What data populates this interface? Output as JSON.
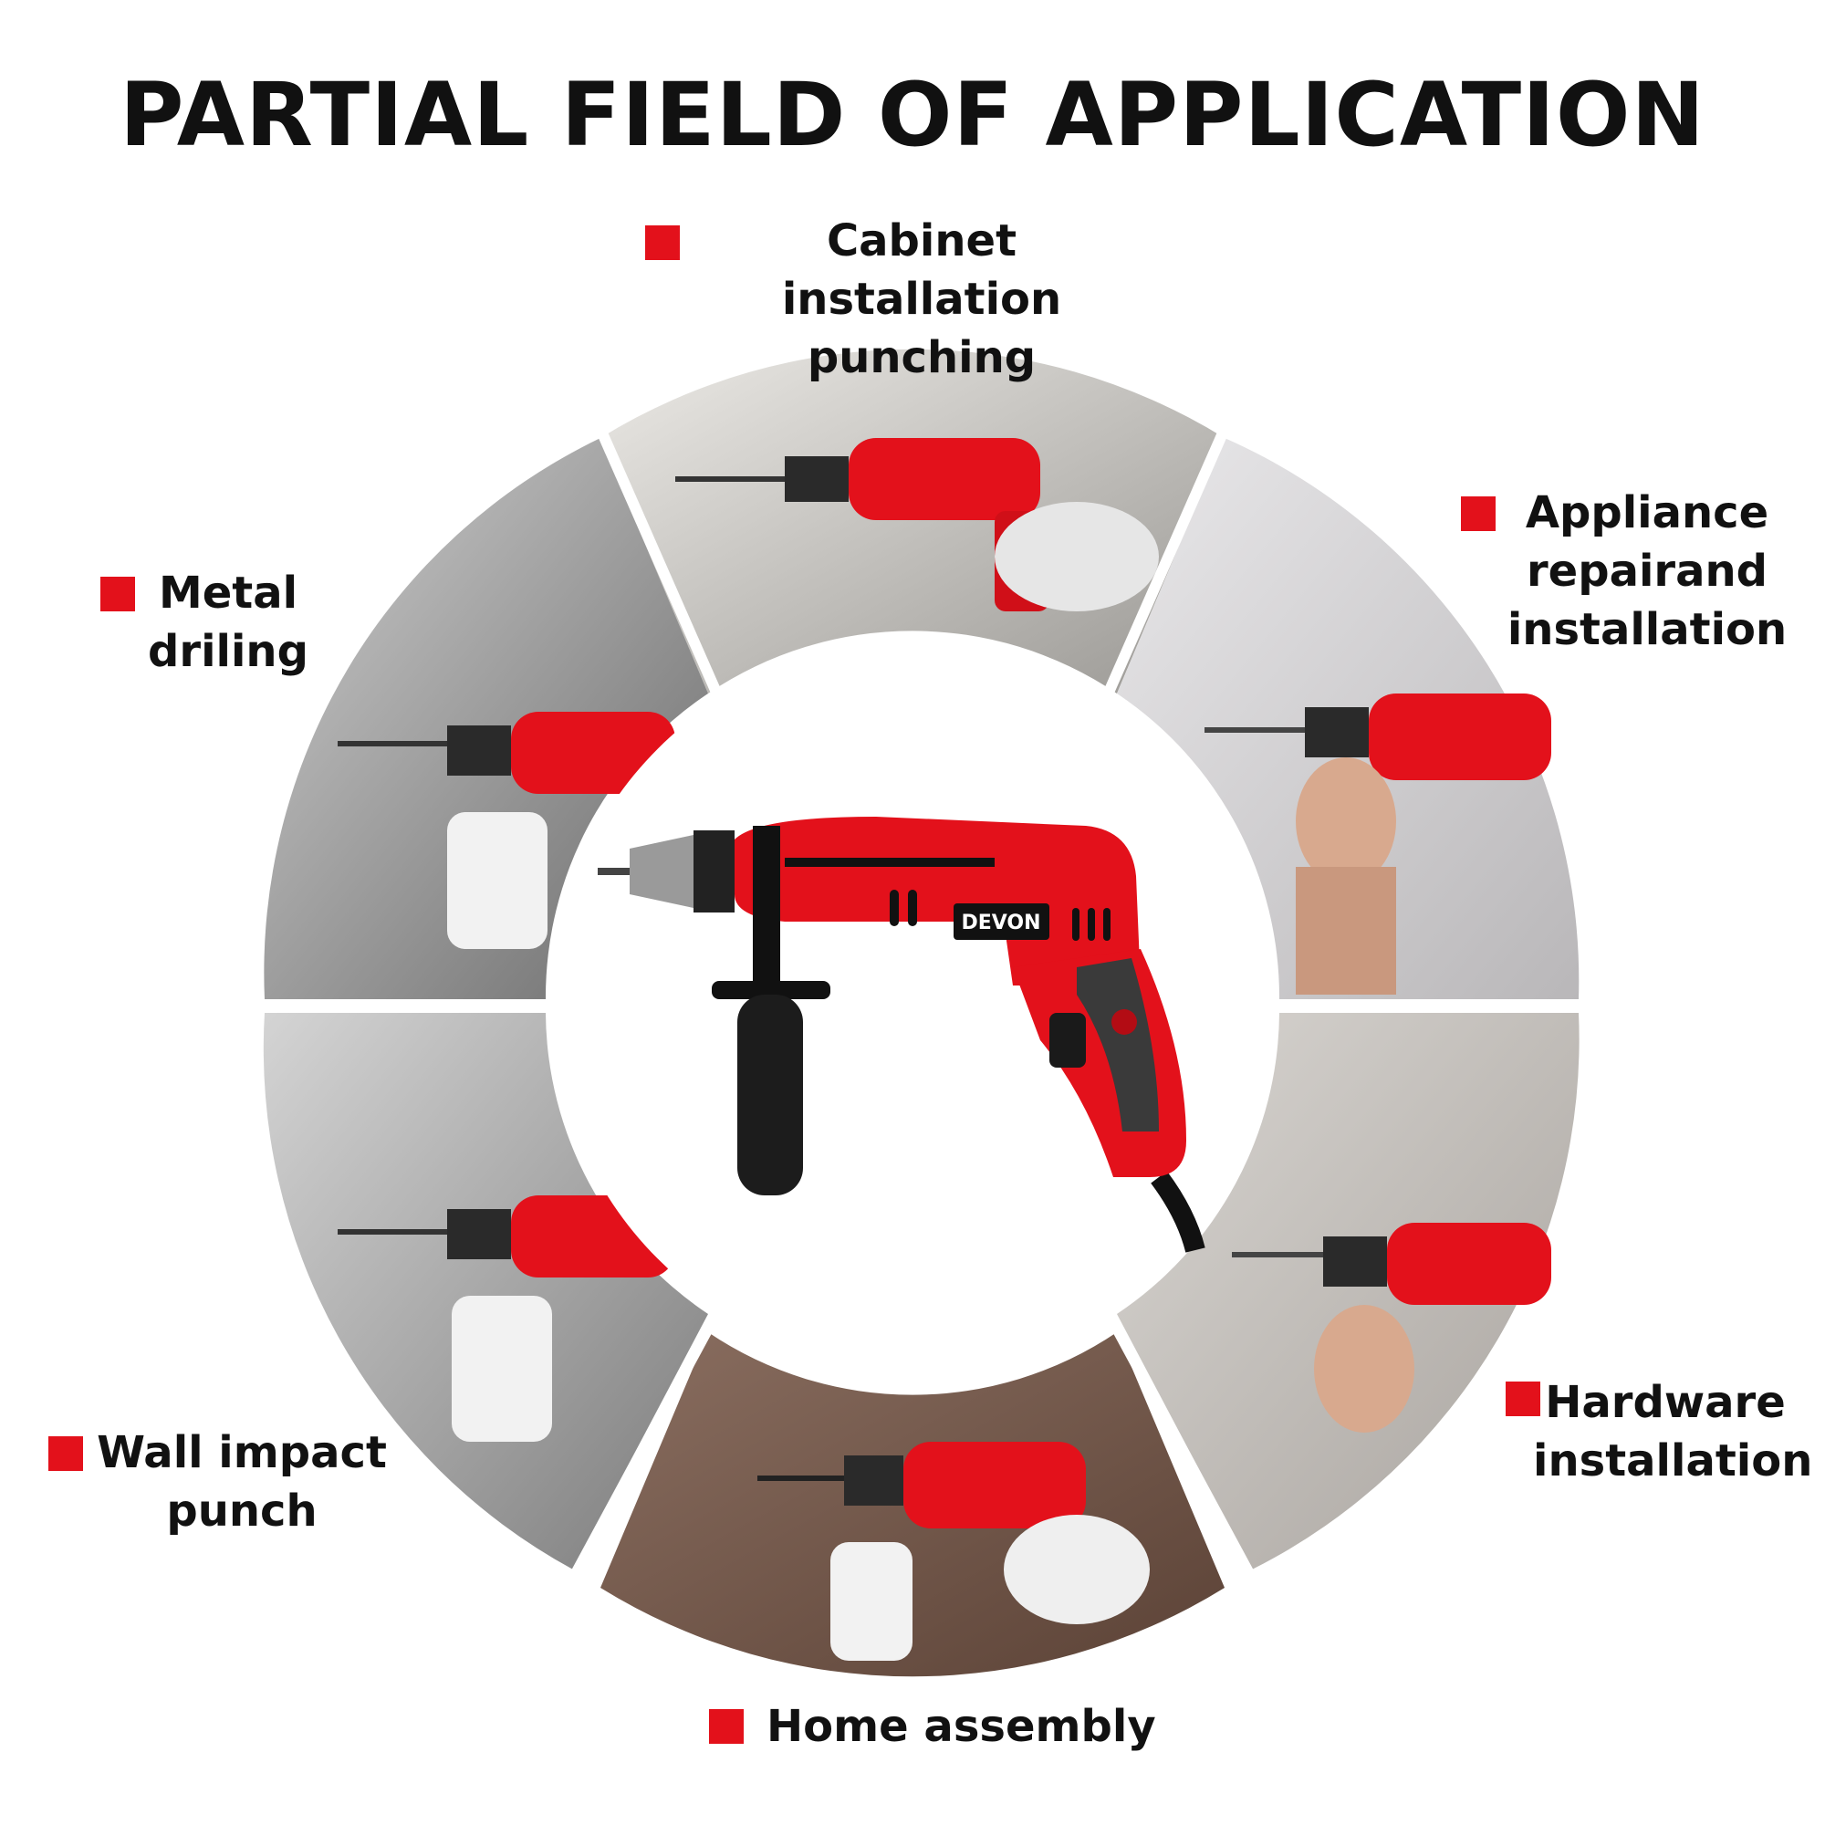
{
  "title": "PARTIAL FIELD OF APPLICATION",
  "brand": "DEVON",
  "colors": {
    "accent": "#e3111b",
    "text": "#111111",
    "background": "#ffffff"
  },
  "applications": [
    {
      "line1": "Cabinet installation",
      "line2": "punching"
    },
    {
      "line1": "Appliance",
      "line2": "repairand",
      "line3": "installation"
    },
    {
      "line1": "Hardware",
      "line2": "installation"
    },
    {
      "line1": "Home assembly"
    },
    {
      "line1": "Wall impact",
      "line2": "punch"
    },
    {
      "line1": "Metal",
      "line2": "driling"
    }
  ]
}
